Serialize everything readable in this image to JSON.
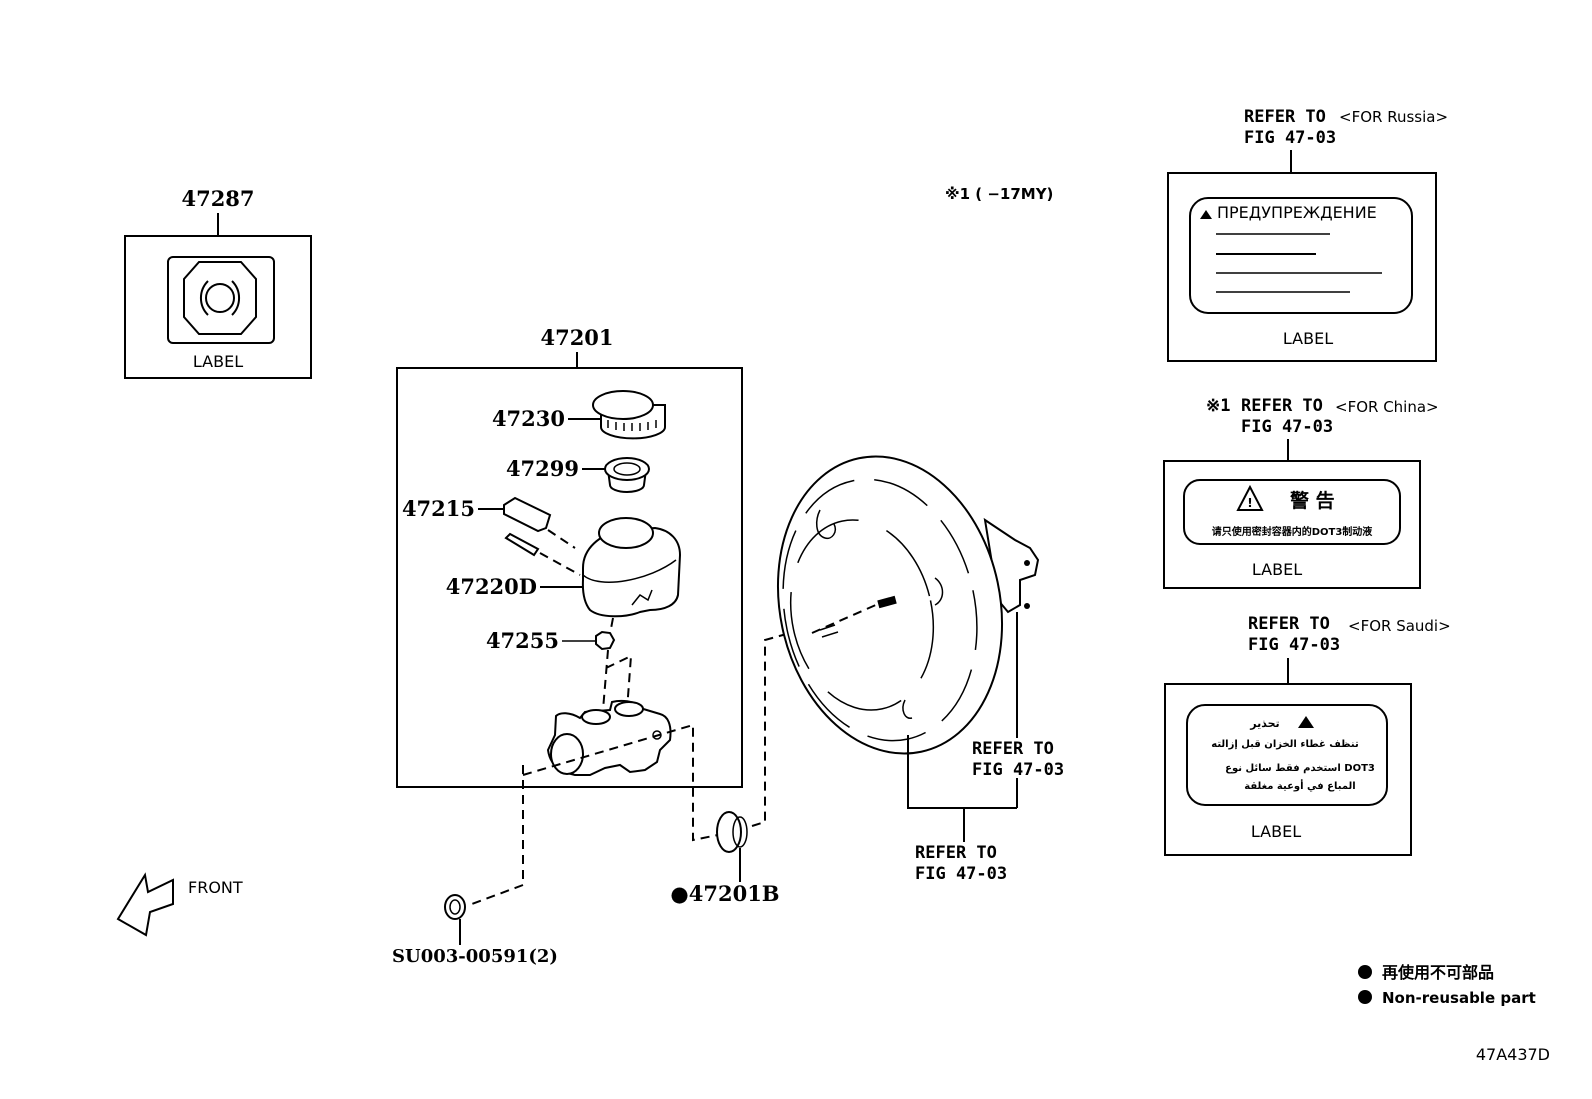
{
  "figure": {
    "id": "47A437D",
    "model_year_note": "※1 (      −17MY)"
  },
  "parts": {
    "label_47287": {
      "part_no": "47287",
      "caption": "LABEL"
    },
    "assembly": {
      "part_no": "47201"
    },
    "cap": {
      "part_no": "47230"
    },
    "strainer": {
      "part_no": "47299"
    },
    "sensor": {
      "part_no": "47215"
    },
    "reservoir": {
      "part_no": "47220D"
    },
    "screw": {
      "part_no": "47255"
    },
    "gasket": {
      "part_no": "●47201B"
    },
    "nut": {
      "part_no": "SU003-00591(2)"
    }
  },
  "booster_refs": {
    "right": {
      "line1": "REFER TO",
      "line2": "FIG 47-03"
    },
    "bottom": {
      "line1": "REFER TO",
      "line2": "FIG 47-03"
    }
  },
  "labels": {
    "russia": {
      "ref_line1": "REFER TO",
      "ref_line2": "FIG 47-03",
      "region": "<FOR Russia>",
      "warning_title": "ПРЕДУПРЕЖДЕНИЕ",
      "caption": "LABEL"
    },
    "china": {
      "prefix": "※1",
      "ref_line1": "REFER TO",
      "ref_line2": "FIG 47-03",
      "region": "<FOR China>",
      "warning_title": "警  告",
      "warning_text": "请只使用密封容器内的DOT3制动液",
      "caption": "LABEL"
    },
    "saudi": {
      "ref_line1": "REFER TO",
      "ref_line2": "FIG 47-03",
      "region": "<FOR Saudi>",
      "warning_title": "تحذير",
      "warning_lines": [
        "تنظف غطاء الخزان قبل إزالته",
        "استخدم فقط سائل نوع DOT3",
        "المباع في أوعية مغلقة"
      ],
      "caption": "LABEL"
    }
  },
  "front_indicator": {
    "label": "FRONT"
  },
  "legend": {
    "items": [
      {
        "symbol": "●",
        "text": "再使用不可部品"
      },
      {
        "symbol": "●",
        "text": "Non-reusable part"
      }
    ]
  }
}
